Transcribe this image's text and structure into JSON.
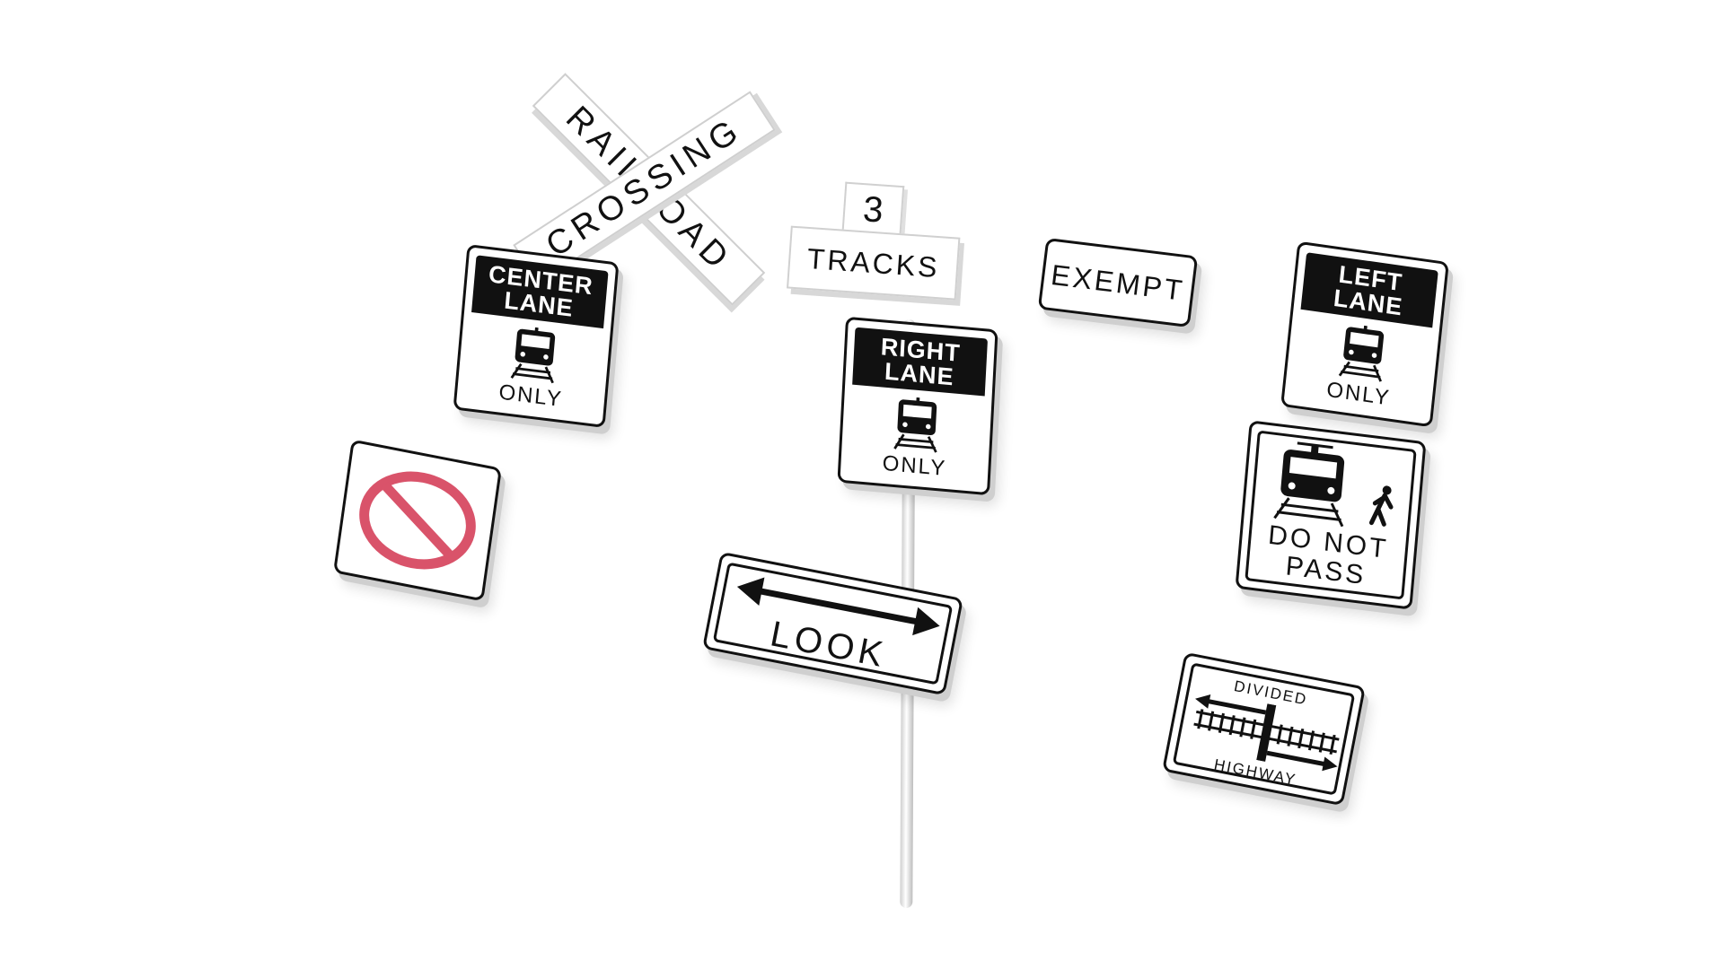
{
  "crossbuck": {
    "arm1": "RAILROAD",
    "arm2": "CROSSING"
  },
  "tracks_sign": {
    "number": "3",
    "label": "TRACKS"
  },
  "exempt_sign": {
    "label": "EXEMPT"
  },
  "center_lane_sign": {
    "line1": "CENTER",
    "line2": "LANE",
    "only": "ONLY"
  },
  "right_lane_sign": {
    "line1": "RIGHT",
    "line2": "LANE",
    "only": "ONLY"
  },
  "left_lane_sign": {
    "line1": "LEFT",
    "line2": "LANE",
    "only": "ONLY"
  },
  "do_not_pass_sign": {
    "line1": "DO NOT",
    "line2": "PASS"
  },
  "look_sign": {
    "label": "LOOK"
  },
  "divided_highway_sign": {
    "top": "DIVIDED",
    "bottom": "HIGHWAY"
  },
  "prohibition_sign": {
    "color": "#d9536a"
  },
  "colors": {
    "sign_black": "#111111",
    "sign_white": "#ffffff",
    "pole": "#dcdcdc"
  }
}
